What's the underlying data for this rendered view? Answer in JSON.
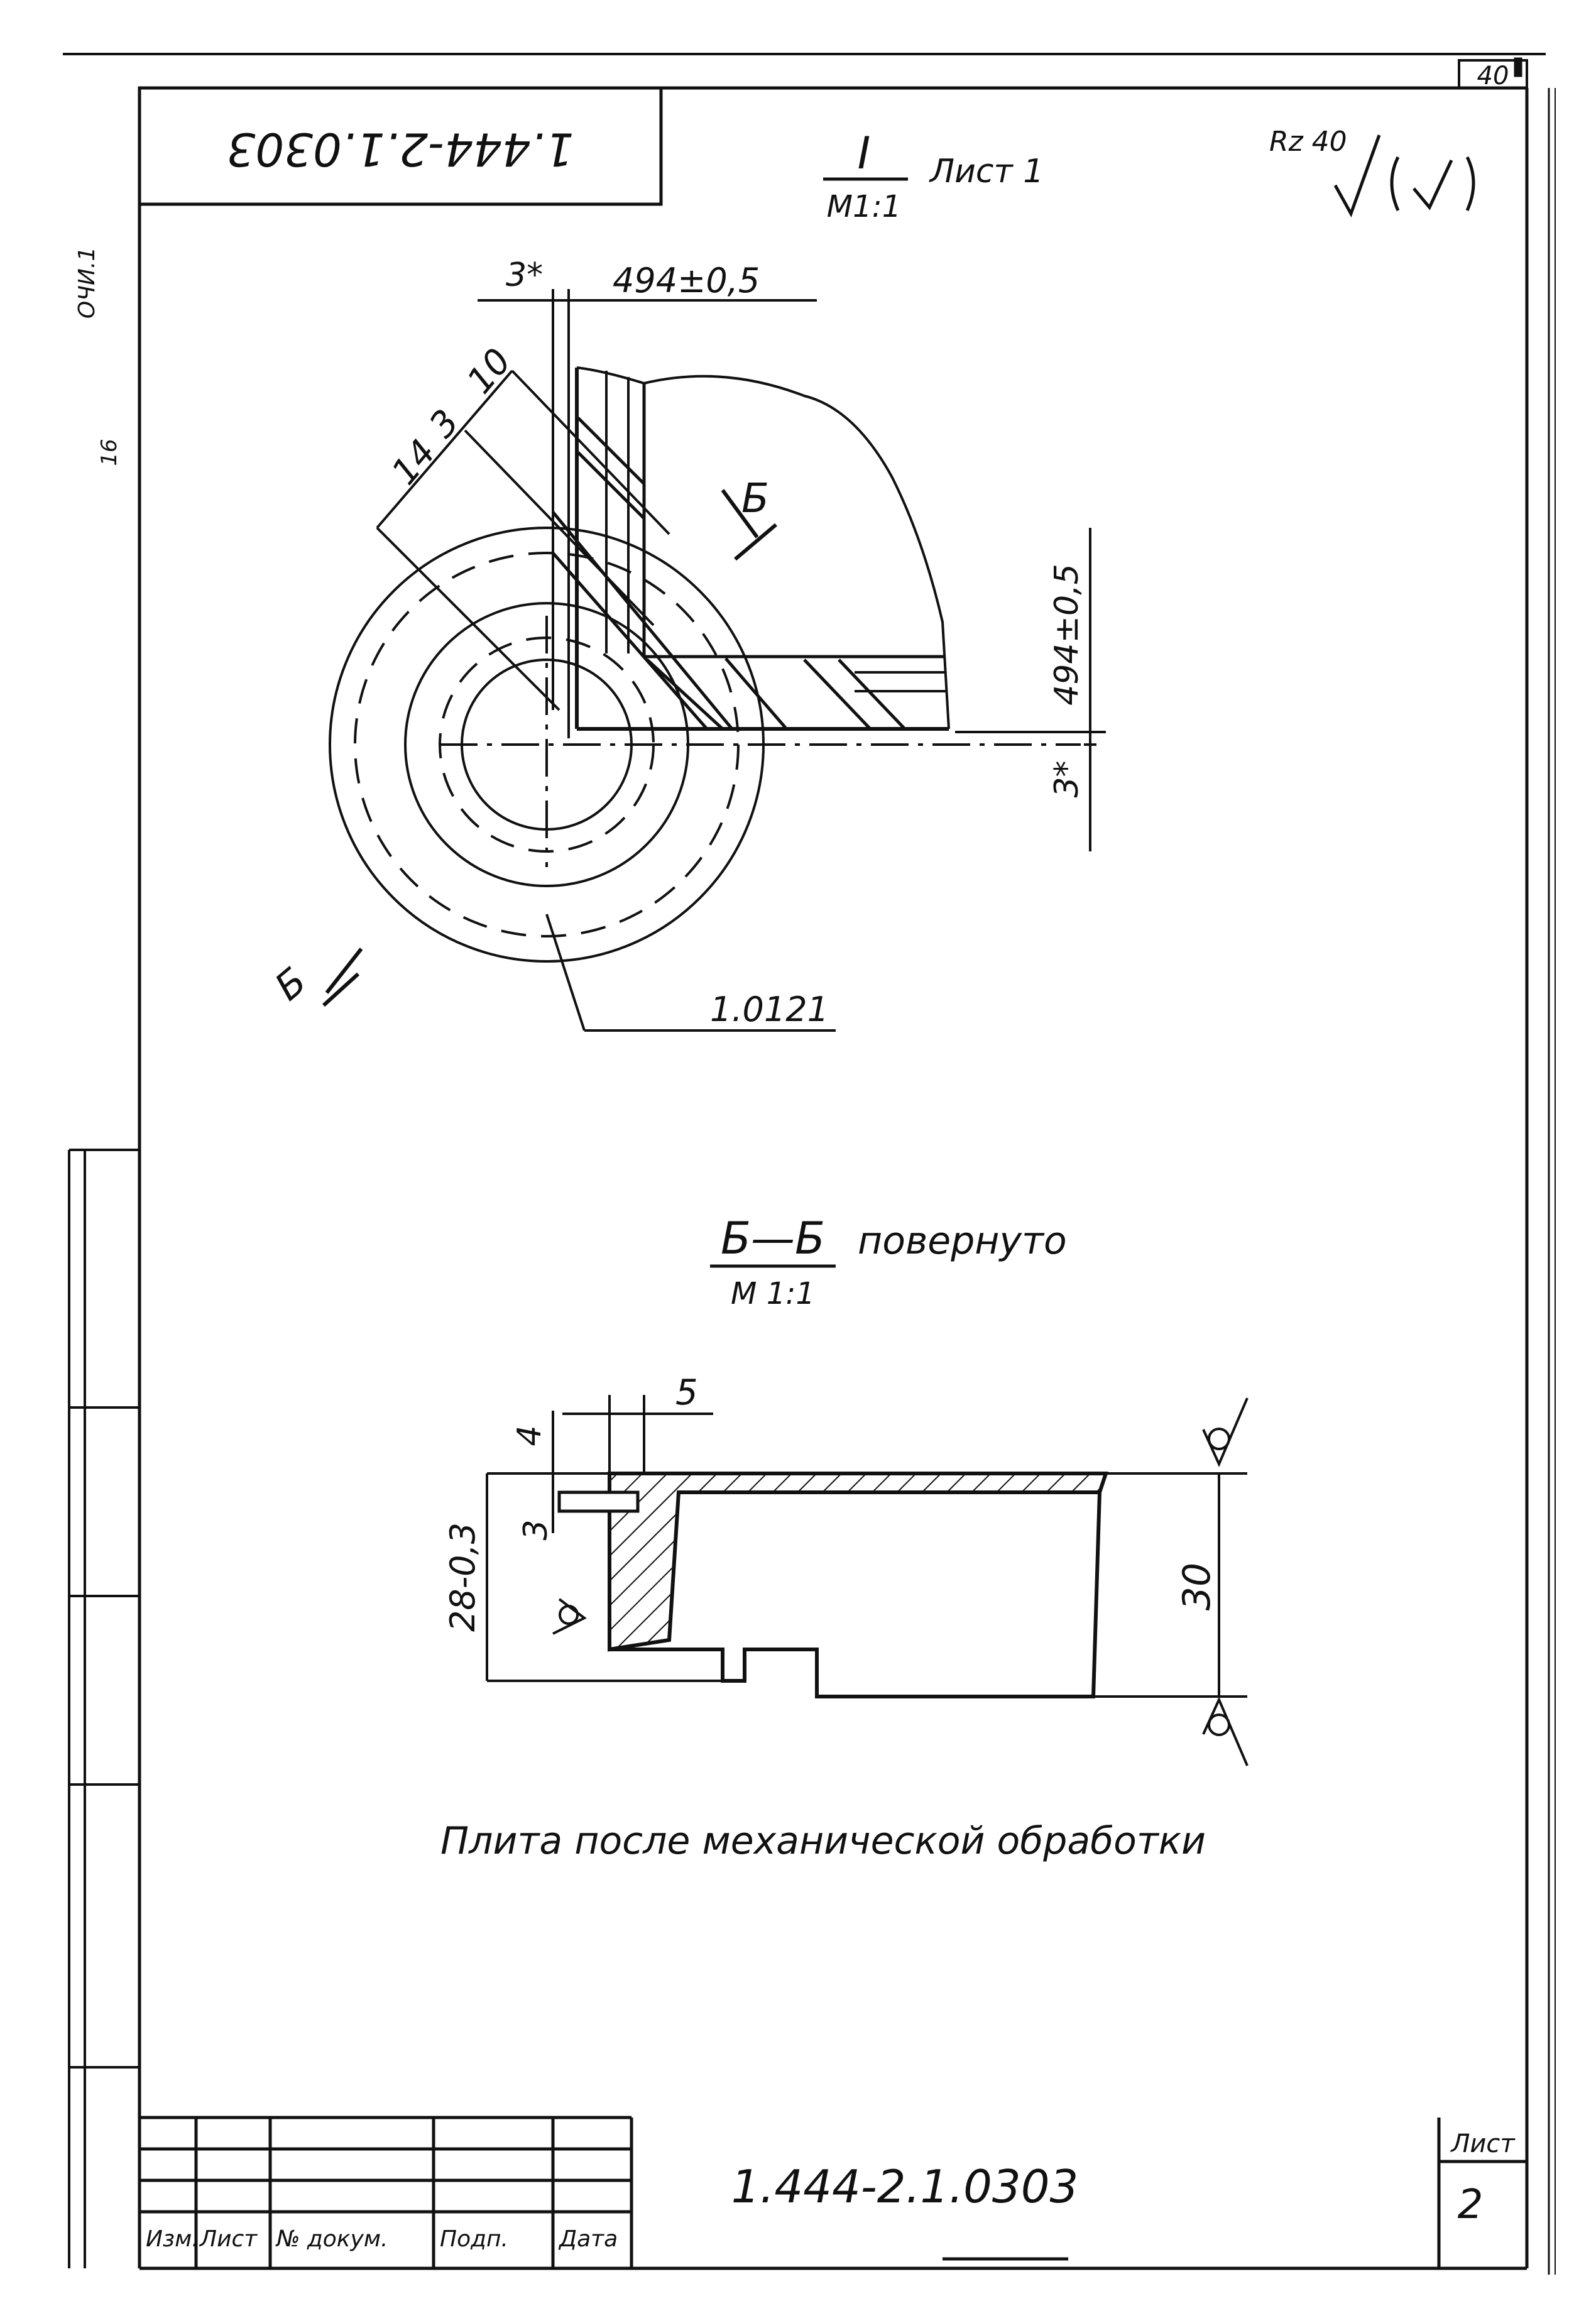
{
  "sheet_label": "40",
  "document_code_rotated": "1.444-2.1.0303",
  "side_note": "ОЧИ.1",
  "side_number": "16",
  "view_detail": {
    "view_name": "I",
    "view_scale": "M1:1",
    "sheet_ref": "Лист 1",
    "surface_finish": "Rz 40",
    "dim_top_star": "3*",
    "dim_top_main": "494±0,5",
    "dim_side_main": "494±0,5",
    "dim_side_star": "3*",
    "dim_14": "14",
    "dim_3": "3",
    "dim_10": "10",
    "section_mark_upper": "Б",
    "section_mark_lower": "Б",
    "part_ref": "1.0121"
  },
  "view_section": {
    "title": "Б—Б",
    "title_suffix": "повернуто",
    "scale": "M 1:1",
    "dim_5": "5",
    "dim_4": "4",
    "dim_3": "3",
    "dim_28": "28-0,3",
    "dim_30": "30"
  },
  "caption": "Плита после механической обработки",
  "title_block": {
    "doc_number": "1.444-2.1.0303",
    "sheet_header": "Лист",
    "sheet_number": "2",
    "col_izm": "Изм.",
    "col_list": "Лист",
    "col_doc": "№ докум.",
    "col_sign": "Подп.",
    "col_date": "Дата"
  }
}
